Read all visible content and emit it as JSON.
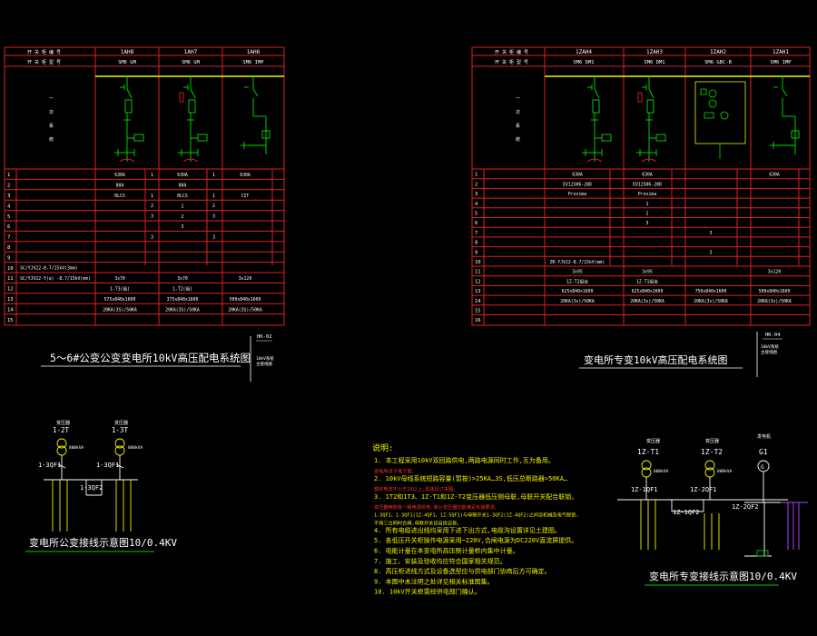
{
  "left_panel": {
    "header": [
      "1AH8",
      "1AH7",
      "1AH6"
    ],
    "types": [
      "SM6 GM",
      "SM6 GM",
      "SM6 IMP"
    ],
    "row_numbers": [
      "1",
      "2",
      "3",
      "4",
      "5",
      "6",
      "7",
      "8",
      "9",
      "10",
      "11",
      "12",
      "13",
      "14",
      "15"
    ],
    "cable_row": "SC/YJV22-8.7/15kV(3mm)",
    "cable_row2": "SC/YJV22-Y(a) -8.7/15kV(mm)",
    "vals_c1": [
      "630A",
      "80A",
      "RLCS",
      "",
      "",
      "",
      "",
      "",
      "",
      "",
      "3x70",
      "1-T3(组)",
      "575x840x1600",
      "20KA(3S)/50KA",
      ""
    ],
    "vals_c2": [
      "630A",
      "80A",
      "RLCS",
      "1",
      "2",
      "3",
      "",
      "",
      "",
      "",
      "3x70",
      "1-T2(组)",
      "375x840x1600",
      "20KA(3S)/50KA",
      ""
    ],
    "vals_c3": [
      "630A",
      "",
      "CIT",
      "",
      "",
      "",
      "",
      "",
      "",
      "",
      "3x120",
      "",
      "500x840x1600",
      "20KA(3S)/50KA",
      ""
    ],
    "small_nums_a": [
      "1",
      "",
      "1",
      "2",
      "3",
      "",
      "3"
    ],
    "small_nums_b": [
      "1",
      "",
      "1",
      "2",
      "3",
      "",
      "3"
    ],
    "title": "5～6#公变公变变电所10kV高压配电系统图",
    "drawing_no": "HK-02"
  },
  "right_panel": {
    "header": [
      "1ZAH4",
      "1ZAH3",
      "1ZAH2",
      "1ZAH1"
    ],
    "types": [
      "SM6 DM1",
      "SM6 DM1",
      "SM6 GBC-B",
      "SM6 IMP"
    ],
    "row_numbers": [
      "1",
      "2",
      "3",
      "4",
      "5",
      "6",
      "7",
      "8",
      "9",
      "10",
      "11",
      "12",
      "13",
      "14",
      "15",
      "16"
    ],
    "vals_c1": [
      "630A",
      "EV12S06-20D",
      "Proxima",
      "",
      "",
      "",
      "",
      "",
      "",
      "ZR-YJV22-8.7/15kV(mm)",
      "3x95",
      "1Z-T2组合",
      "625x840x1600",
      "20KA(3s)/50KA",
      "",
      ""
    ],
    "vals_c2": [
      "630A",
      "EV12S06-20D",
      "Proxima",
      "1",
      "2",
      "3",
      "",
      "",
      "",
      "",
      "3x95",
      "1Z-T1组合",
      "625x840x1600",
      "20KA(3s)/50KA",
      "",
      ""
    ],
    "vals_c3": [
      "",
      "",
      "",
      "",
      "",
      "",
      "3",
      "",
      "3",
      "",
      "",
      "",
      "750x840x1600",
      "20KA(3s)/50KA",
      "",
      ""
    ],
    "vals_c4": [
      "630A",
      "",
      "",
      "",
      "",
      "",
      "",
      "",
      "",
      "",
      "3x120",
      "",
      "500x840x1600",
      "20KA(3s)/50KA",
      "",
      ""
    ],
    "title": "变电所专变10kV高压配电系统图",
    "drawing_no": "HK-04"
  },
  "left_wiring": {
    "labels": [
      "变压器",
      "变压器"
    ],
    "tx": [
      "1-2T",
      "1-3T"
    ],
    "kva": [
      "800kVA",
      "800kVA"
    ],
    "breakers": [
      "1-3QF1",
      "1-3QF1",
      "1-3QF2"
    ],
    "title": "变电所公变接线示意图10/0.4KV"
  },
  "notes": {
    "heading": "说明:",
    "lines": [
      "1. 本工程采用10kV双回路供电,两路电源同时工作,互为备用。",
      "   变电所设于地下室。",
      "2. 10kV母线系统短路容量(暂按)>25KA…3S,低压总断路器>50KA…",
      "   额定电流不小于2X以上,具体见订货图。",
      "3. 1T2和1T3、1Z-T1和1Z-T2变压器低压侧母联,母联开关配合联锁。",
      "   变压器两侧各一路电源供电,单台变压器应能满足负荷要求。",
      "   1-3QF1、1-3QF1(1Z-4QF1、1Z-5QF1)与母联开关1-3QF2(1Z-4QF2)之间设机械及电气联锁,",
      "   不得三台同时合闸,母联开关设自投自复。",
      "4. 所有电缆进出线均采用下进下出方式,电缆沟设置详见土建图。",
      "5. 各低压开关柜操作电源采用~220V,合闸电源为DC220V直流屏提供。",
      "6. 电能计量在本变电所高压侧计量柜内集中计量。",
      "7. 施工、安装及验收均应符合国家相关规范。",
      "8. 高压柜进线方式及设备选型应与供电部门协商后方可确定。",
      "9. 本图中未注明之处详见相关标准图集。",
      "10. 10kV开关柜需经供电部门确认。"
    ]
  },
  "right_wiring": {
    "labels": [
      "变压器",
      "变压器",
      "发电机"
    ],
    "tx": [
      "1Z-T1",
      "1Z-T2",
      "G1"
    ],
    "kva": [
      "800kVA",
      "800kVA"
    ],
    "breakers": [
      "1Z-1QF1",
      "1Z-2QF1",
      "1Z-1QF2",
      "1Z-2QF2"
    ],
    "title": "变电所专变接线示意图10/0.4KV"
  }
}
